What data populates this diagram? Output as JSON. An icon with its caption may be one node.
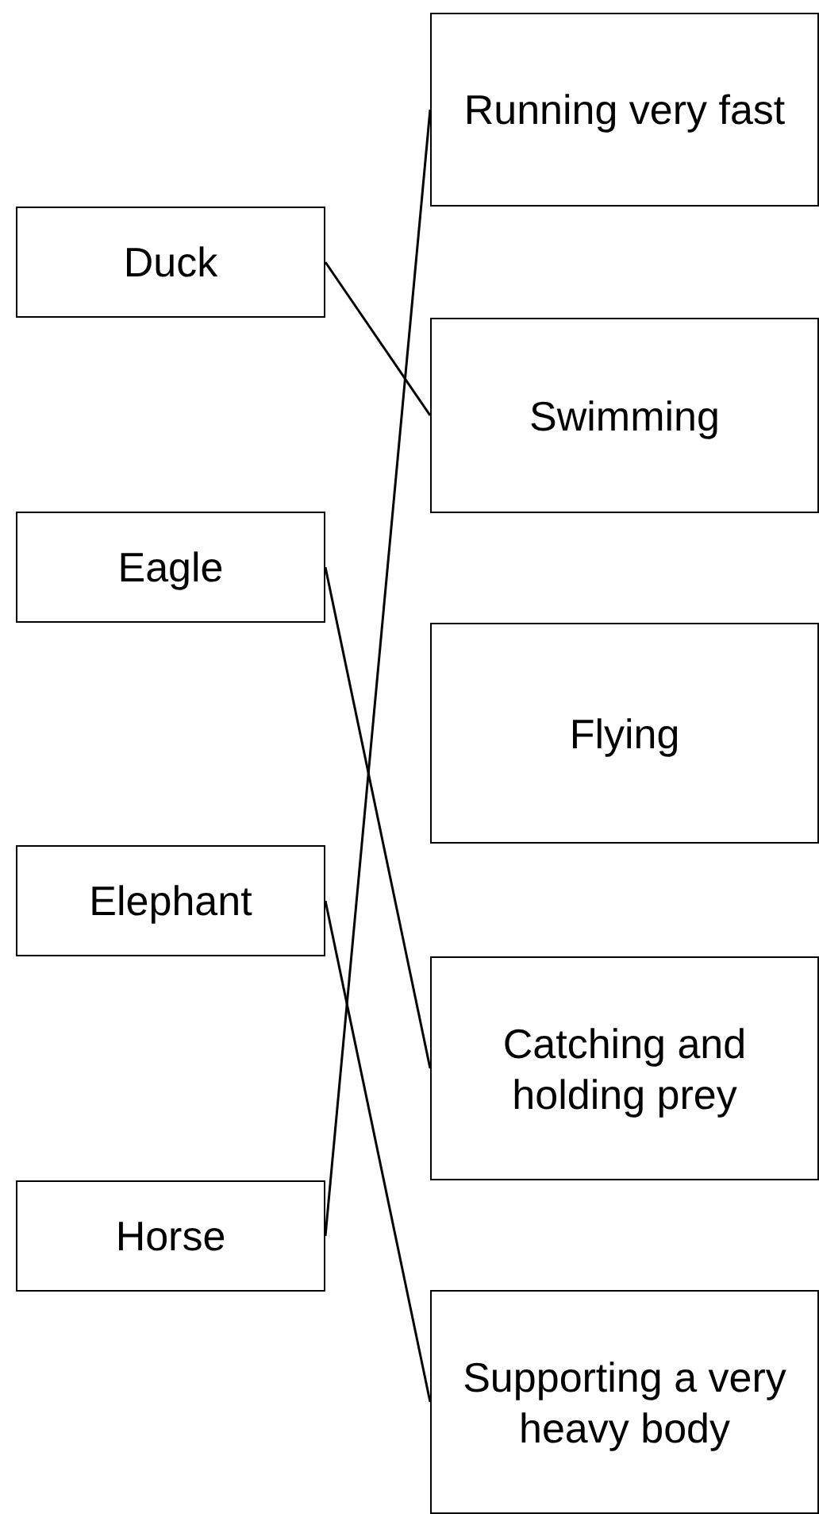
{
  "diagram": {
    "nodes": [
      {
        "text": [
          "Running very fast"
        ]
      },
      {
        "text": [
          "Duck"
        ]
      },
      {
        "text": [
          "Swimming"
        ]
      },
      {
        "text": [
          "Eagle"
        ]
      },
      {
        "text": [
          "Flying"
        ]
      },
      {
        "text": [
          "Elephant"
        ]
      },
      {
        "text": [
          "Catching and holding prey"
        ]
      },
      {
        "text": [
          "Horse"
        ]
      },
      {
        "text": [
          "Supporting a very heavy body"
        ]
      }
    ],
    "edges": [
      {
        "from": 1,
        "to": 2,
        "arrow": "none"
      },
      {
        "from": 3,
        "to": 6,
        "arrow": "none"
      },
      {
        "from": 5,
        "to": 8,
        "arrow": "none"
      },
      {
        "from": 7,
        "to": 0,
        "arrow": "none"
      }
    ]
  }
}
